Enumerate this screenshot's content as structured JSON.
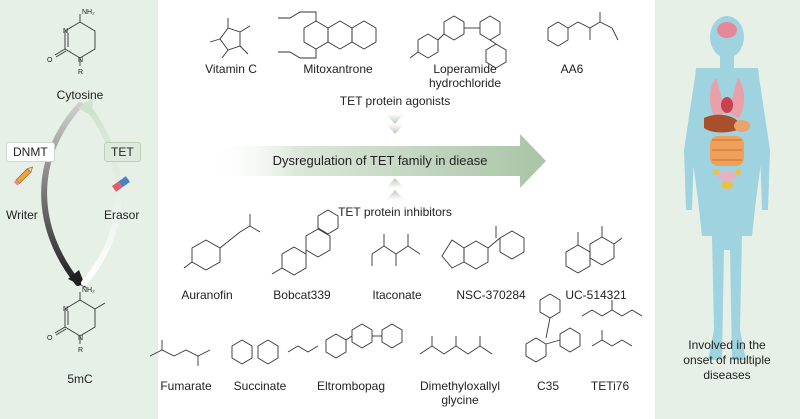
{
  "left": {
    "cytosine": "Cytosine",
    "five_mc": "5mC",
    "dnmt": "DNMT",
    "tet": "TET",
    "writer": "Writer",
    "erasor": "Erasor",
    "atoms": {
      "nh2": "NH₂",
      "n": "N",
      "o": "O",
      "r": "R"
    }
  },
  "center": {
    "agonists_title": "TET protein agonists",
    "inhibitors_title": "TET protein inhibitors",
    "arrow_text": "Dysregulation of TET family in diease",
    "agonists": [
      "Vitamin C",
      "Mitoxantrone",
      "Loperamide hydrochloride",
      "AA6"
    ],
    "inhibitors_row1": [
      "Auranofin",
      "Bobcat339",
      "Itaconate",
      "NSC-370284",
      "UC-514321"
    ],
    "inhibitors_row2": [
      "Fumarate",
      "Succinate",
      "Eltrombopag",
      "Dimethyloxallyl glycine",
      "C35",
      "TETi76"
    ]
  },
  "right": {
    "caption": "Involved in the onset of multiple diseases"
  },
  "colors": {
    "panel": "#e7f0e7",
    "arrow": "#a9c4a6",
    "cycle_down": "#1f1f1f",
    "cycle_up": "#cfe1cf"
  }
}
